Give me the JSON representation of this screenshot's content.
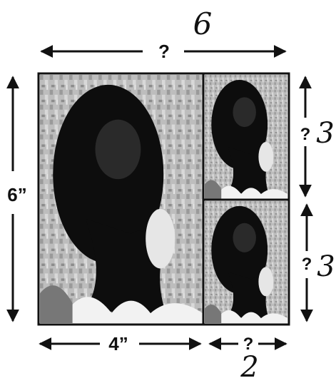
{
  "labels": {
    "top_width_unknown": "?",
    "top_width_handwritten": "6",
    "left_height": "6”",
    "bottom_left_width": "4”",
    "bottom_right_width_unknown": "?",
    "bottom_right_width_handwritten": "2",
    "right_top_height_unknown": "?",
    "right_top_height_handwritten": "3",
    "right_bottom_height_unknown": "?",
    "right_bottom_height_handwritten": "3"
  },
  "photos": {
    "large": {
      "icon": "silhouette-portrait-icon"
    },
    "small_top": {
      "icon": "silhouette-portrait-icon"
    },
    "small_bottom": {
      "icon": "silhouette-portrait-icon"
    }
  },
  "colors": {
    "ink": "#111111",
    "photo_background": "#b9b9b9",
    "silhouette": "#0d0d0d"
  }
}
